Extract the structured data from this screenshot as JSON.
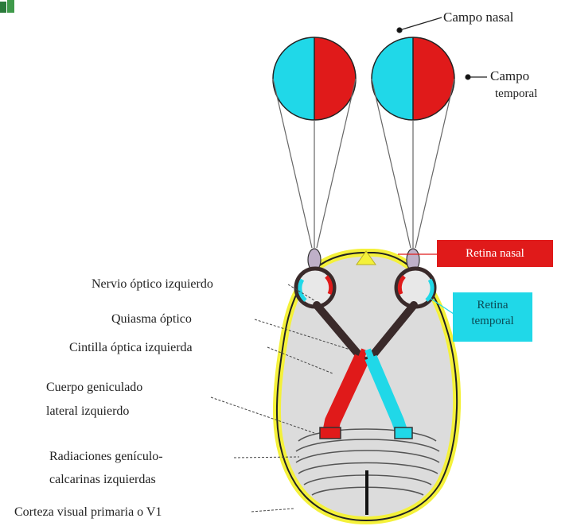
{
  "colors": {
    "nasal_red": "#e01a1a",
    "temporal_cyan": "#20d8e8",
    "brain_yellow": "#f4f13a",
    "brain_fill": "#dcdcdc",
    "corner_green": "#2a7a3a"
  },
  "labels": {
    "campo_nasal": "Campo nasal",
    "campo_temporal_1": "Campo",
    "campo_temporal_2": "temporal",
    "retina_nasal": "Retina nasal",
    "retina_temporal_1": "Retina",
    "retina_temporal_2": "temporal",
    "nervio_optico": "Nervio óptico izquierdo",
    "quiasma": "Quiasma óptico",
    "cintilla": "Cintilla óptica izquierda",
    "cuerpo_geniculado_1": "Cuerpo geniculado",
    "cuerpo_geniculado_2": "lateral izquierdo",
    "radiaciones_1": "Radiaciones genículo-",
    "radiaciones_2": "calcarinas izquierdas",
    "corteza": "Corteza visual primaria o V1"
  }
}
